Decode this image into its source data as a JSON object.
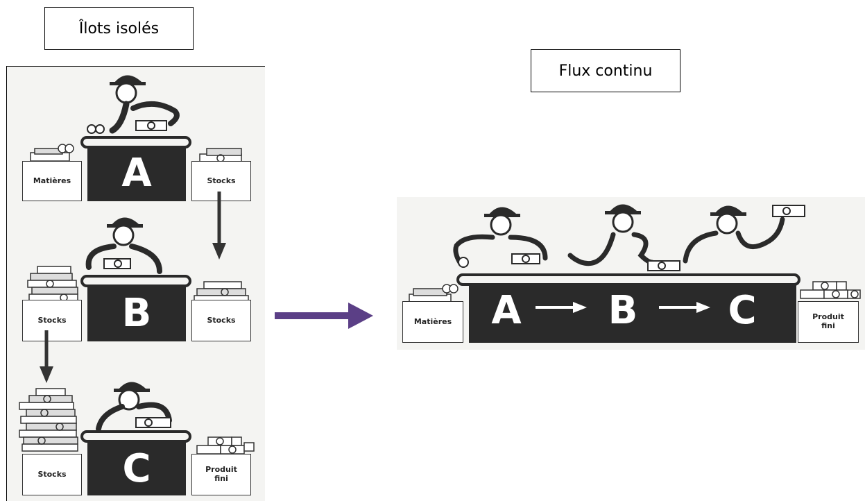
{
  "left": {
    "title": "Îlots isolés",
    "stations": [
      {
        "letter": "A",
        "input_label": "Matières",
        "output_label": "Stocks"
      },
      {
        "letter": "B",
        "input_label": "Stocks",
        "output_label": "Stocks"
      },
      {
        "letter": "C",
        "input_label": "Stocks",
        "output_label": "Produit\nfini"
      }
    ]
  },
  "right": {
    "title": "Flux continu",
    "stations": [
      "A",
      "B",
      "C"
    ],
    "input_label": "Matières",
    "output_label": "Produit\nfini"
  },
  "colors": {
    "transition_arrow": "#5b3f86",
    "desk": "#2a2a2a",
    "panel": "#f4f4f2"
  }
}
